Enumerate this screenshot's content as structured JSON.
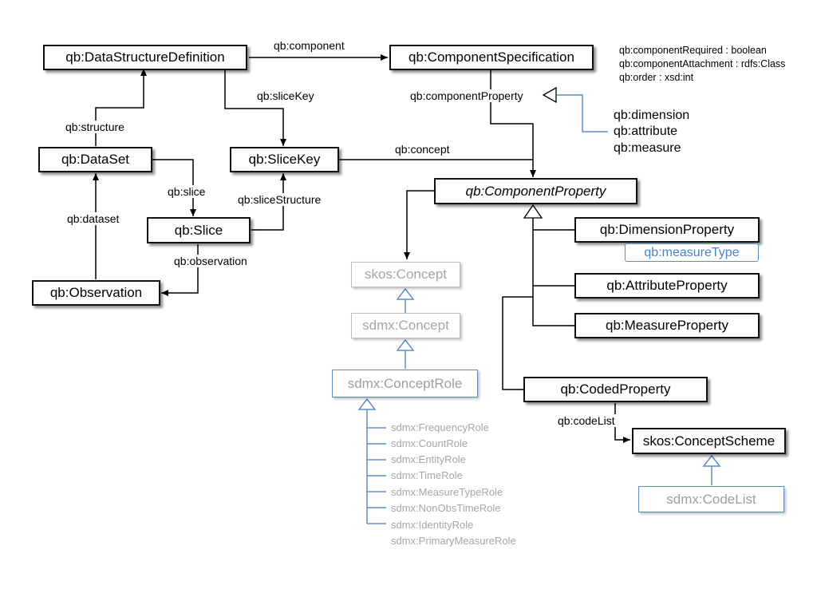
{
  "classes": {
    "dsd": "qb:DataStructureDefinition",
    "component_spec": "qb:ComponentSpecification",
    "dataset": "qb:DataSet",
    "slice_key": "qb:SliceKey",
    "component_property": "qb:ComponentProperty",
    "slice": "qb:Slice",
    "dimension_property": "qb:DimensionProperty",
    "measure_type": "qb:measureType",
    "observation": "qb:Observation",
    "skos_concept": "skos:Concept",
    "attribute_property": "qb:AttributeProperty",
    "sdmx_concept": "sdmx:Concept",
    "measure_property": "qb:MeasureProperty",
    "concept_role": "sdmx:ConceptRole",
    "coded_property": "qb:CodedProperty",
    "concept_scheme": "skos:ConceptScheme",
    "code_list": "sdmx:CodeList"
  },
  "edge_labels": {
    "component": "qb:component",
    "slice_key": "qb:sliceKey",
    "component_property": "qb:componentProperty",
    "structure": "qb:structure",
    "concept": "qb:concept",
    "slice": "qb:slice",
    "slice_structure": "qb:sliceStructure",
    "dataset": "qb:dataset",
    "observation": "qb:observation",
    "code_list": "qb:codeList"
  },
  "component_spec_attributes": [
    "qb:componentRequired : boolean",
    "qb:componentAttachment : rdfs:Class",
    "qb:order : xsd:int"
  ],
  "component_property_subproperties": [
    "qb:dimension",
    "qb:attribute",
    "qb:measure"
  ],
  "concept_roles": [
    "sdmx:FrequencyRole",
    "sdmx:CountRole",
    "sdmx:EntityRole",
    "sdmx:TimeRole",
    "sdmx:MeasureTypeRole",
    "sdmx:NonObsTimeRole",
    "sdmx:IdentityRole",
    "sdmx:PrimaryMeasureRole"
  ],
  "colors": {
    "line": "#000000",
    "grey": "#a6a6a6",
    "blue": "#5b8ec9"
  }
}
